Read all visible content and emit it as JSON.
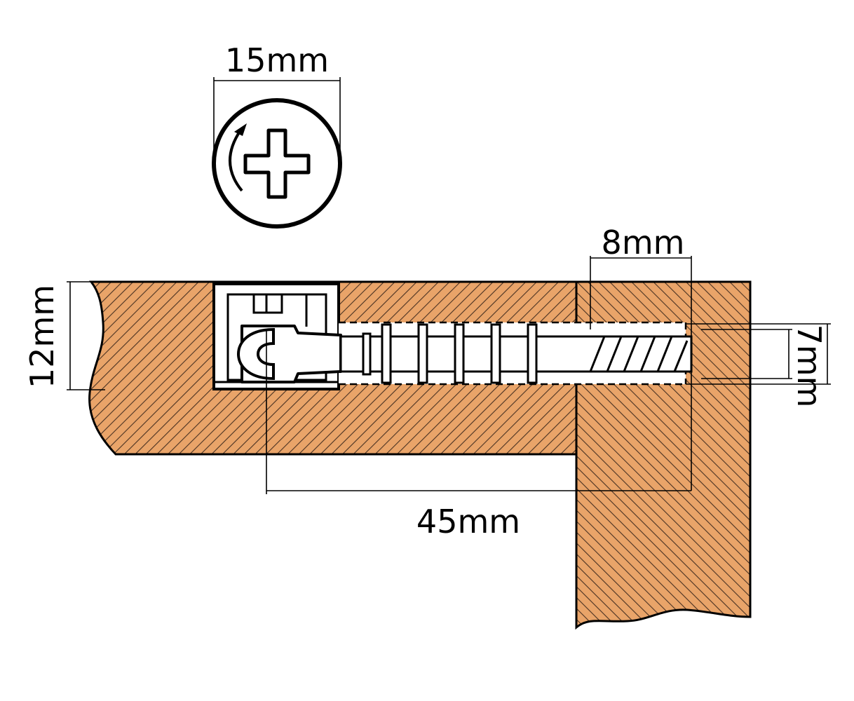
{
  "dimensions": {
    "cam_diameter": "15mm",
    "panel_thickness": "12mm",
    "drill_diameter": "8mm",
    "bolt_diameter": "7mm",
    "bolt_length": "45mm"
  },
  "colors": {
    "wood": "#e9a469",
    "hatch": "#4a3222",
    "metal": "#ffffff",
    "outline": "#000000"
  },
  "icons": {
    "cam_head": "phillips-cross-icon",
    "rotation": "rotate-arrow-icon"
  }
}
